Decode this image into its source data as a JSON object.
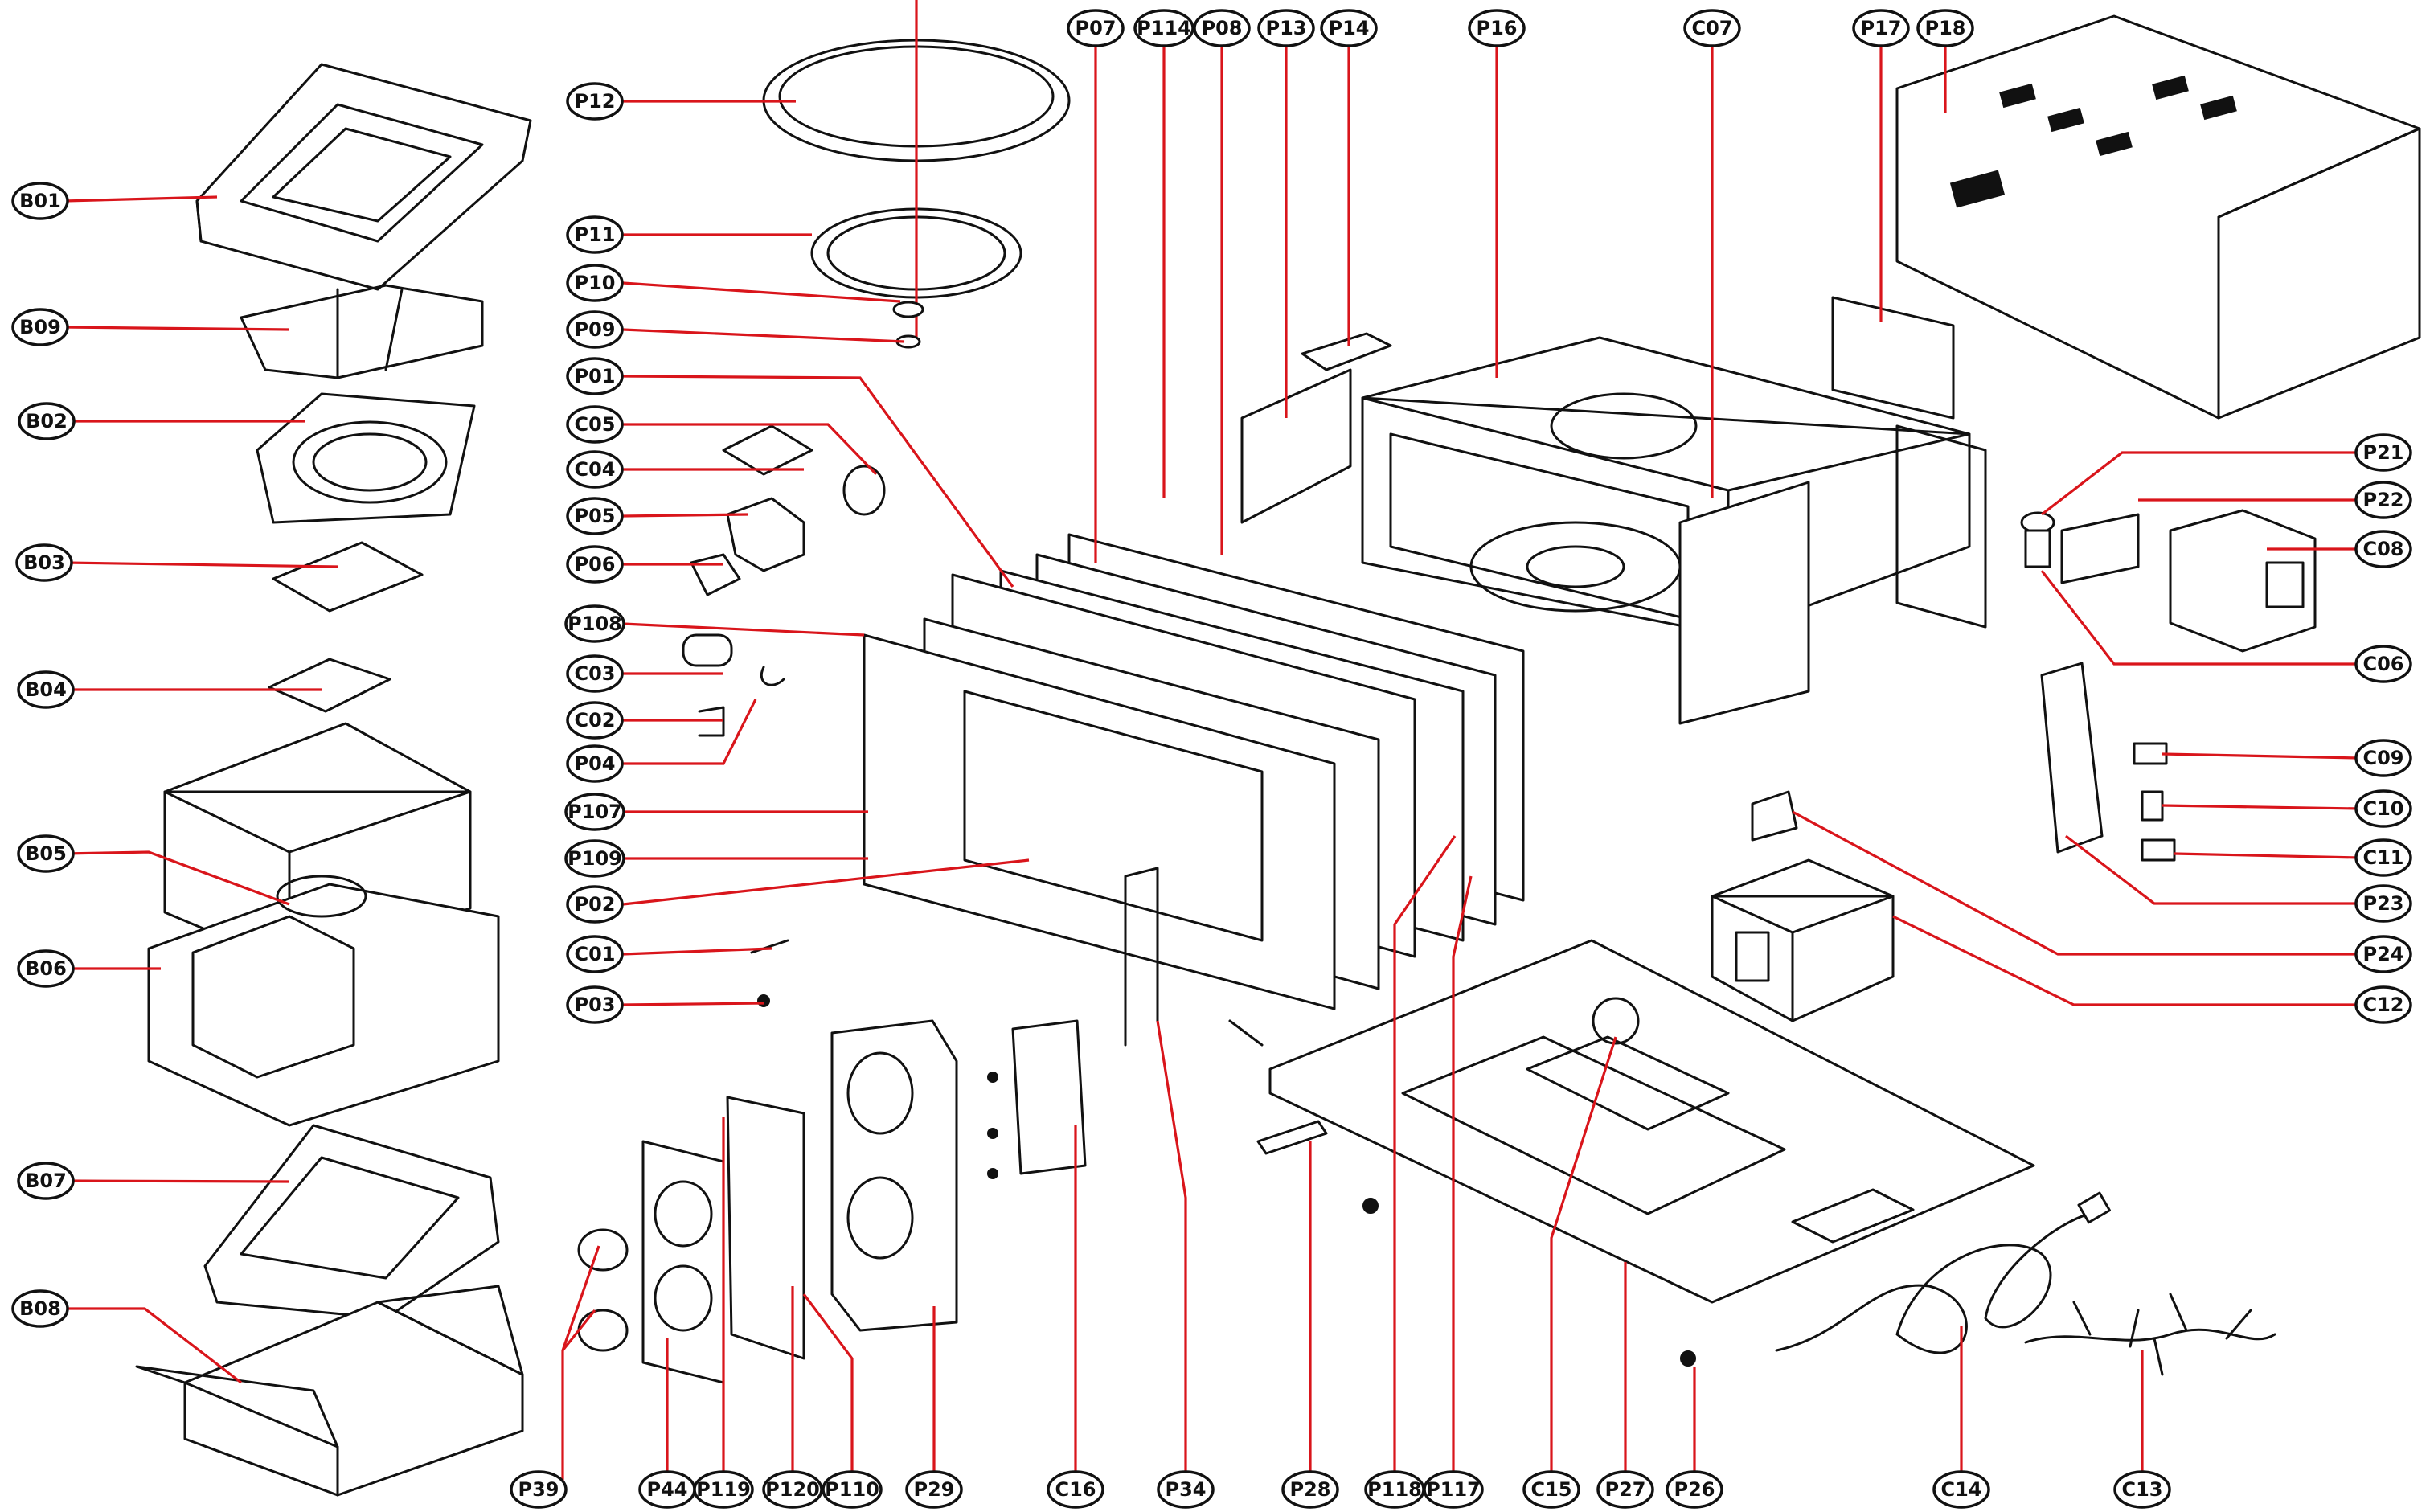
{
  "labels": {
    "B01": "B01",
    "B09": "B09",
    "B02": "B02",
    "B03": "B03",
    "B04": "B04",
    "B05": "B05",
    "B06": "B06",
    "B07": "B07",
    "B08": "B08",
    "P12": "P12",
    "P11": "P11",
    "P10": "P10",
    "P09": "P09",
    "P01": "P01",
    "C05": "C05",
    "C04": "C04",
    "P05": "P05",
    "P06": "P06",
    "P108": "P108",
    "C03": "C03",
    "C02": "C02",
    "P04": "P04",
    "P107": "P107",
    "P109": "P109",
    "P02": "P02",
    "C01": "C01",
    "P03": "P03",
    "P07": "P07",
    "P114": "P114",
    "P08": "P08",
    "P13": "P13",
    "P14": "P14",
    "P16": "P16",
    "C07": "C07",
    "P17": "P17",
    "P18": "P18",
    "P21": "P21",
    "P22": "P22",
    "C08": "C08",
    "C06": "C06",
    "C09": "C09",
    "C10": "C10",
    "C11": "C11",
    "P23": "P23",
    "P24": "P24",
    "C12": "C12",
    "P39": "P39",
    "P44": "P44",
    "P119": "P119",
    "P120": "P120",
    "P110": "P110",
    "P29": "P29",
    "C16": "C16",
    "P34": "P34",
    "P28": "P28",
    "P118": "P118",
    "P117": "P117",
    "C15": "C15",
    "P27": "P27",
    "P26": "P26",
    "C14": "C14",
    "C13": "C13"
  },
  "colors": {
    "leader": "#d9151b",
    "line": "#111111",
    "background": "#ffffff"
  }
}
